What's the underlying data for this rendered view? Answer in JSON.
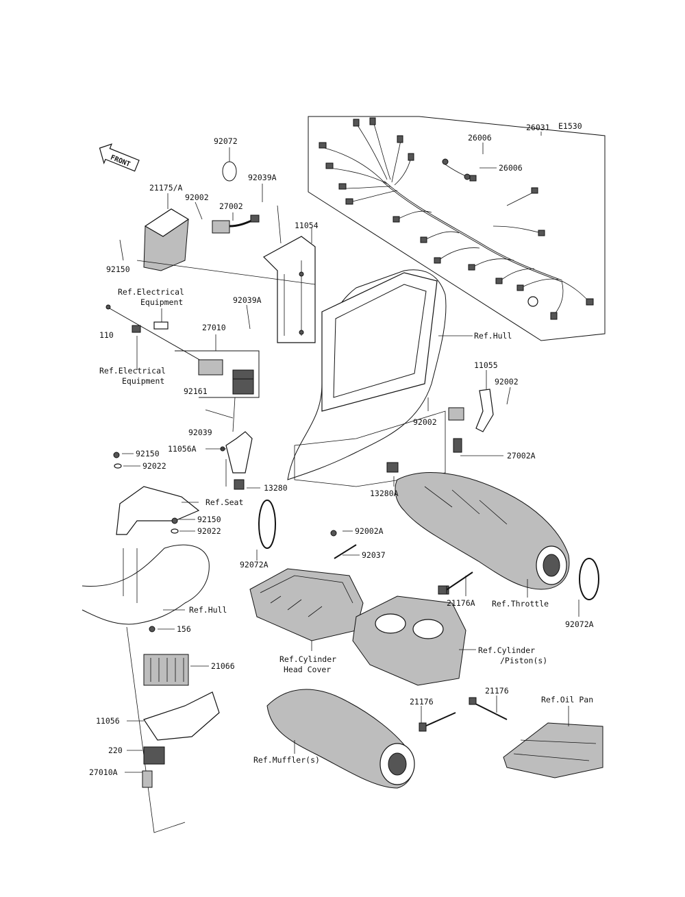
{
  "diagram_code": "E1530",
  "front_label": "FRONT",
  "labels": {
    "p92072": "92072",
    "p21175A": "21175/A",
    "p92002_top": "92002",
    "p27002": "27002",
    "p92039A_top": "92039A",
    "p11054": "11054",
    "p92150_top": "92150",
    "ref_elec_1": "Ref.Electrical",
    "ref_elec_1b": "Equipment",
    "p92039A_mid": "92039A",
    "p110": "110",
    "p27010": "27010",
    "ref_elec_2": "Ref.Electrical",
    "ref_elec_2b": "Equipment",
    "p92161": "92161",
    "p92039": "92039",
    "p11056A": "11056A",
    "p92150_b": "92150",
    "p92022_b": "92022",
    "p13280": "13280",
    "ref_seat": "Ref.Seat",
    "p92150_c": "92150",
    "p92022_c": "92022",
    "p92072A_left": "92072A",
    "ref_hull_left": "Ref.Hull",
    "p156": "156",
    "p21066": "21066",
    "p11056": "11056",
    "p220": "220",
    "p27010A": "27010A",
    "p26031": "26031",
    "p26006_a": "26006",
    "p26006_b": "26006",
    "ref_hull_right": "Ref.Hull",
    "p11055": "11055",
    "p92002_r": "92002",
    "p92002_l": "92002",
    "p27002A": "27002A",
    "p13280A": "13280A",
    "p92002A": "92002A",
    "p92037": "92037",
    "p21176A": "21176A",
    "ref_throttle": "Ref.Throttle",
    "p92072A_right": "92072A",
    "ref_cyl_head": "Ref.Cylinder",
    "ref_cyl_head_b": "Head Cover",
    "ref_cyl_piston": "Ref.Cylinder",
    "ref_cyl_piston_b": "/Piston(s)",
    "p21176_a": "21176",
    "p21176_b": "21176",
    "ref_oil_pan": "Ref.Oil Pan",
    "ref_muffler": "Ref.Muffler(s)"
  }
}
